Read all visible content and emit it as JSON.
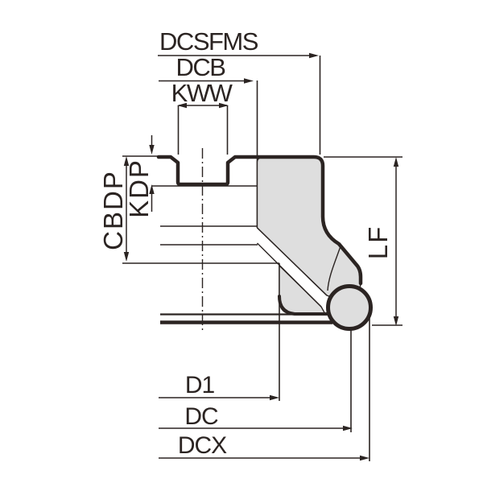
{
  "diagram": {
    "type": "technical-dimension-drawing",
    "subject": "Face milling cutter body cross-section with round insert",
    "colors": {
      "line": "#2b2422",
      "body_fill": "#dedede",
      "background": "#ffffff"
    },
    "dimension_labels": {
      "dcsfms": "DCSFMS",
      "dcb": "DCB",
      "kww": "KWW",
      "cbdp": "CBDP",
      "kdp": "KDP",
      "lf": "LF",
      "d1": "D1",
      "dc": "DC",
      "dcx": "DCX"
    }
  }
}
